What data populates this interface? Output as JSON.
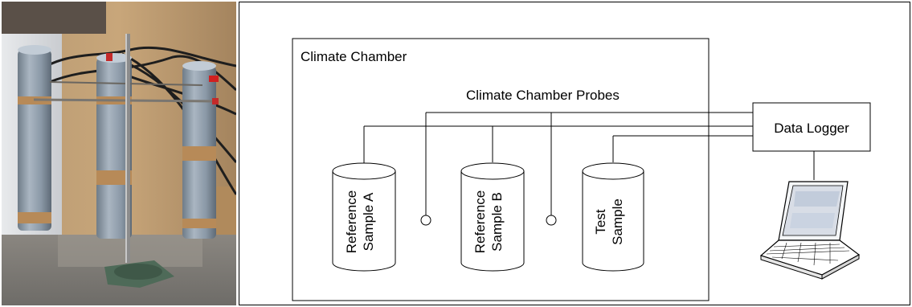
{
  "photo": {
    "subject": "photo-of-sample-tubes-on-stand"
  },
  "diagram": {
    "chamber_label": "Climate Chamber",
    "probes_label": "Climate Chamber Probes",
    "logger_label": "Data Logger",
    "samples": [
      {
        "line1": "Reference",
        "line2": "Sample A"
      },
      {
        "line1": "Reference",
        "line2": "Sample B"
      },
      {
        "line1": "Test",
        "line2": "Sample"
      }
    ],
    "laptop_icon": "laptop-icon"
  }
}
